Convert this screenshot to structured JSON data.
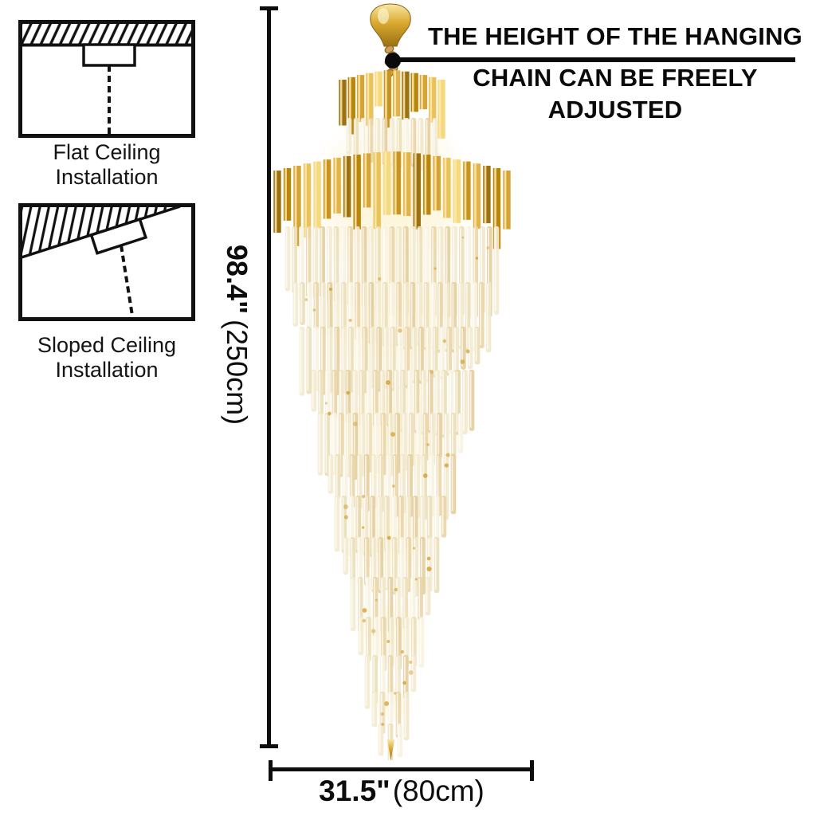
{
  "figure": {
    "background": "#ffffff",
    "subject": "spiral-crystal-chandelier"
  },
  "installation": {
    "flat": {
      "line1": "Flat Ceiling",
      "line2": "Installation"
    },
    "sloped": {
      "line1": "Sloped Ceiling",
      "line2": "Installation"
    }
  },
  "chain_note": {
    "line1": "THE HEIGHT OF THE HANGING",
    "line2": "CHAIN CAN BE FREELY",
    "line3": "ADJUSTED"
  },
  "dimensions": {
    "height_imperial": "98.4\"",
    "height_metric": "(250cm)",
    "width_imperial": "31.5\"",
    "width_metric": "(80cm)"
  },
  "colors": {
    "annotation": "#0d0d0d",
    "gold_deep": "#9a7113",
    "gold_primary": "#d4a437",
    "gold_light": "#f4d97e",
    "crystal": "#f3ead0",
    "glow": "#ffedb3"
  }
}
